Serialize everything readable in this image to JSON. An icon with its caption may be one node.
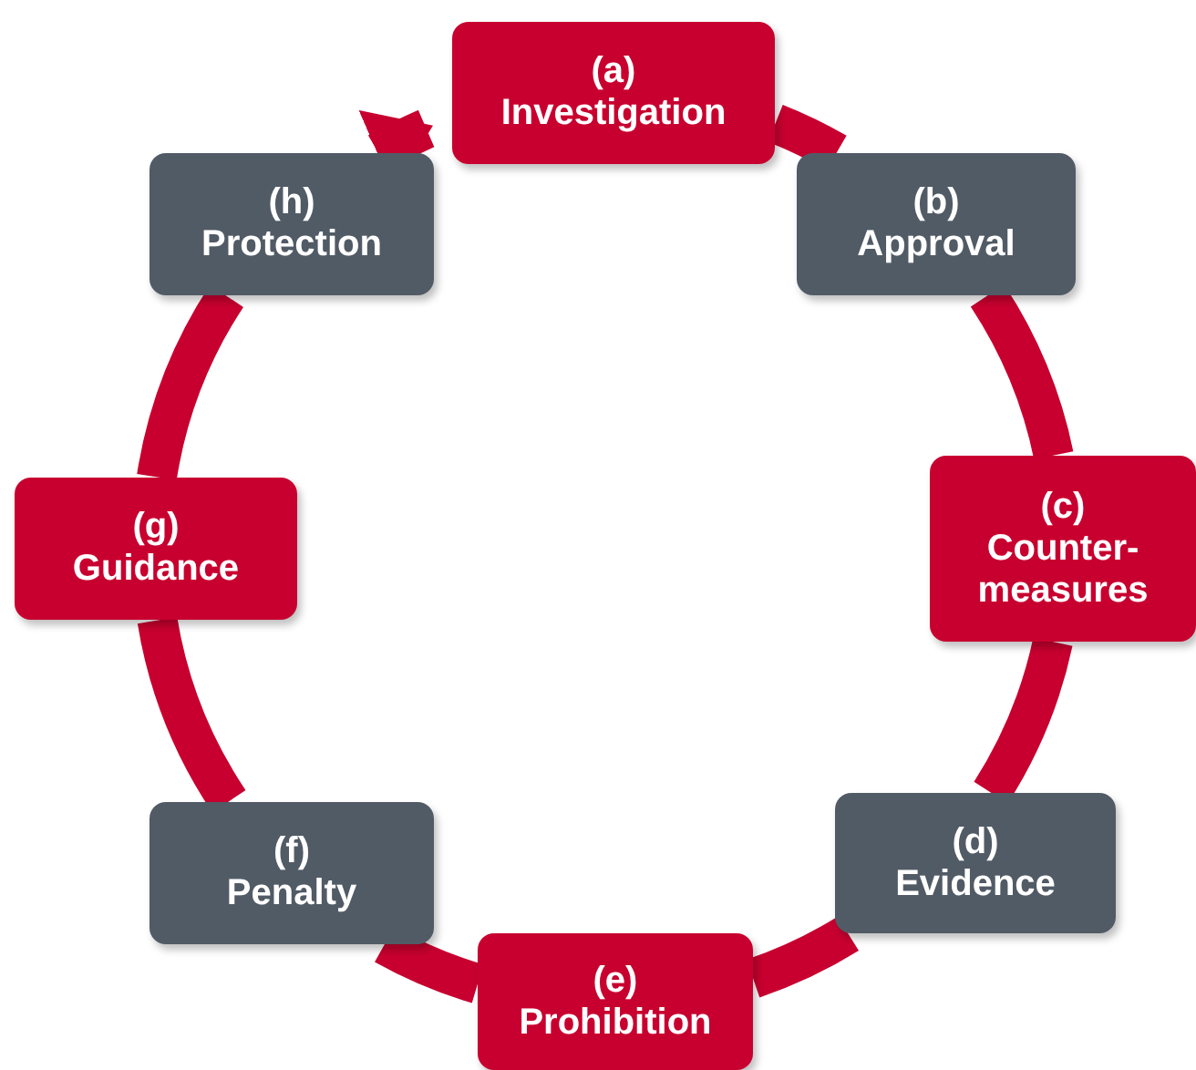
{
  "diagram": {
    "nodes": [
      {
        "text": [
          "(a)",
          "Investigation"
        ]
      },
      {
        "text": [
          "(b)",
          "Approval"
        ]
      },
      {
        "text": [
          "(c)",
          "Counter-measures"
        ]
      },
      {
        "text": [
          "(d)",
          "Evidence"
        ]
      },
      {
        "text": [
          "(e)",
          "Prohibition"
        ]
      },
      {
        "text": [
          "(f)",
          "Penalty"
        ]
      },
      {
        "text": [
          "(g)",
          "Guidance"
        ]
      },
      {
        "text": [
          "(h)",
          "Protection"
        ]
      }
    ],
    "edges": [
      {
        "from": 0,
        "to": 1,
        "arrow": "none"
      },
      {
        "from": 1,
        "to": 2,
        "arrow": "none"
      },
      {
        "from": 2,
        "to": 3,
        "arrow": "none"
      },
      {
        "from": 3,
        "to": 4,
        "arrow": "none"
      },
      {
        "from": 4,
        "to": 5,
        "arrow": "none"
      },
      {
        "from": 5,
        "to": 6,
        "arrow": "none"
      },
      {
        "from": 6,
        "to": 7,
        "arrow": "none"
      },
      {
        "from": 7,
        "to": 0,
        "arrow": "to"
      }
    ]
  }
}
